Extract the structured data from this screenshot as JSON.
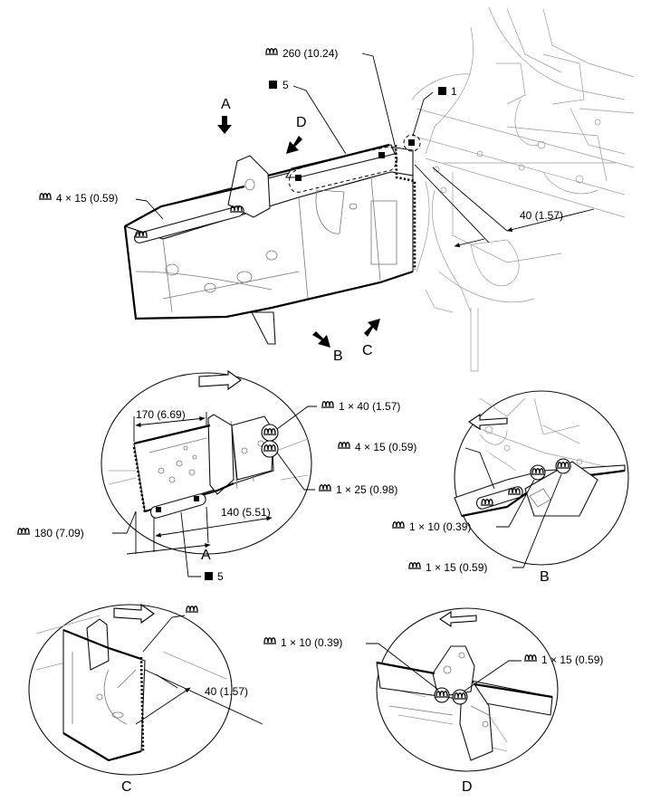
{
  "view_letters": {
    "a_main": "A",
    "b_main": "B",
    "c_main": "C",
    "d_main": "D",
    "a_detail": "A",
    "b_detail": "B",
    "c_detail": "C",
    "d_detail": "D"
  },
  "callouts": {
    "main_260": "260 (10.24)",
    "main_5": "5",
    "main_1": "1",
    "main_4x15": "4 × 15 (0.59)",
    "main_40": "40 (1.57)",
    "a_170": "170 (6.69)",
    "a_1x40": "1 × 40 (1.57)",
    "a_1x25": "1 × 25 (0.98)",
    "a_140": "140 (5.51)",
    "a_180": "180 (7.09)",
    "a_5": "5",
    "b_4x15": "4 × 15 (0.59)",
    "b_1x10": "1 × 10 (0.39)",
    "b_1x15": "1 × 15 (0.59)",
    "c_40": "40 (1.57)",
    "d_1x10": "1 × 10 (0.39)",
    "d_1x15": "1 × 15 (0.59)"
  },
  "icons": [
    "weld-symbol-icon",
    "spot-weld-square-icon",
    "view-arrow-icon"
  ]
}
